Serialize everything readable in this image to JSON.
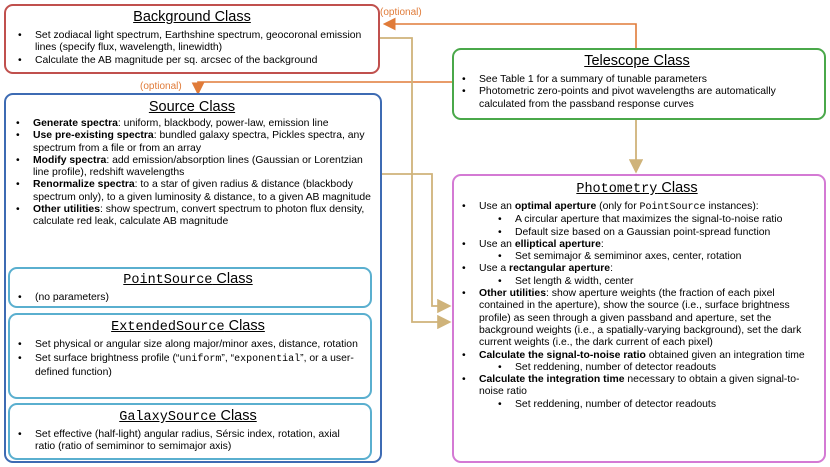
{
  "background": {
    "title": "Background Class",
    "items": [
      "Set zodiacal light spectrum, Earthshine spectrum, geocoronal emission lines (specify flux, wavelength, linewidth)",
      "Calculate the AB magnitude per sq. arcsec of the background"
    ]
  },
  "telescope": {
    "title": "Telescope Class",
    "items": [
      "See Table 1 for a summary of tunable parameters",
      "Photometric zero-points and pivot wavelengths are automatically calculated from the passband response curves"
    ]
  },
  "optional_labels": {
    "top": "(optional)",
    "source": "(optional)"
  },
  "source": {
    "title": "Source Class",
    "items": [
      {
        "bold": "Generate spectra",
        "text": ": uniform, blackbody, power-law, emission line"
      },
      {
        "bold": "Use pre-existing spectra",
        "text": ": bundled galaxy spectra, Pickles spectra, any spectrum from a file or from an array"
      },
      {
        "bold": "Modify spectra",
        "text": ": add emission/absorption lines (Gaussian or Lorentzian line profile), redshift wavelengths"
      },
      {
        "bold": "Renormalize spectra",
        "text": ": to a star of given radius & distance (blackbody spectrum only), to a given luminosity & distance, to a given AB magnitude"
      },
      {
        "bold": "Other utilities",
        "text": ": show spectrum, convert spectrum to photon flux density, calculate red leak, calculate AB magnitude"
      }
    ]
  },
  "point_source": {
    "title": "PointSource",
    "title_suffix": " Class",
    "items": [
      "(no parameters)"
    ]
  },
  "extended_source": {
    "title": "ExtendedSource",
    "title_suffix": " Class",
    "item1": "Set physical or angular size along major/minor axes, distance, rotation",
    "item2_a": "Set surface brightness profile (“",
    "item2_code1": "uniform",
    "item2_b": "”, “",
    "item2_code2": "exponential",
    "item2_c": "”, or a user-defined function)"
  },
  "galaxy_source": {
    "title": "GalaxySource",
    "title_suffix": " Class",
    "items": [
      "Set effective (half-light) angular radius, Sérsic index, rotation, axial ratio (ratio of semiminor to semimajor axis)"
    ]
  },
  "photometry": {
    "title": "Photometry",
    "title_suffix": " Class",
    "optimal_a": "Use an ",
    "optimal_bold": "optimal aperture",
    "optimal_b": " (only for ",
    "optimal_code": "PointSource",
    "optimal_c": " instances):",
    "optimal_sub1": "A circular aperture that maximizes the signal-to-noise ratio",
    "optimal_sub2": "Default size based on a Gaussian point-spread function",
    "elliptical_a": "Use an ",
    "elliptical_bold": "elliptical aperture",
    "elliptical_b": ":",
    "elliptical_sub": "Set semimajor & semiminor axes, center, rotation",
    "rect_a": "Use a ",
    "rect_bold": "rectangular aperture",
    "rect_b": ":",
    "rect_sub": "Set length & width, center",
    "other_bold": "Other utilities",
    "other_text": ": show aperture weights (the fraction of each pixel contained in the aperture), show the source (i.e., surface brightness profile) as seen through a given passband and aperture, set the background weights (i.e., a spatially-varying background), set the dark current weights (i.e., the dark current of each pixel)",
    "snr_bold": "Calculate the signal-to-noise ratio",
    "snr_text": " obtained given an integration time",
    "snr_sub": "Set reddening, number of detector readouts",
    "time_bold": "Calculate the integration time",
    "time_text": " necessary to obtain a given signal-to-noise ratio",
    "time_sub": "Set reddening, number of detector readouts"
  },
  "colors": {
    "background_border": "#c0504d",
    "telescope_border": "#4aa84a",
    "source_border": "#3d6bb3",
    "subclass_border": "#5aafcf",
    "photometry_border": "#d47ad4",
    "arrow_tan": "#cfb37a",
    "arrow_orange": "#e07b39"
  }
}
